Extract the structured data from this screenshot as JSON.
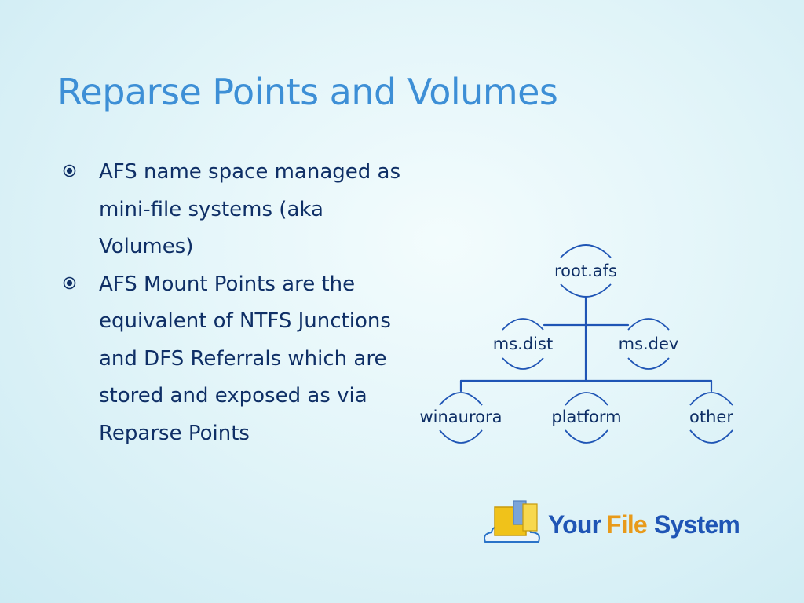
{
  "slide": {
    "title": "Reparse Points and Volumes",
    "bullets": [
      {
        "text": "AFS name space managed as mini-file systems (aka Volumes)"
      },
      {
        "text": "AFS Mount Points are the equivalent of NTFS Junctions and DFS Referrals which are stored and exposed as via Reparse Points"
      }
    ]
  },
  "tree": {
    "root": "root.afs",
    "level2": [
      "ms.dist",
      "ms.dev"
    ],
    "level3": [
      "winaurora",
      "platform",
      "other"
    ],
    "line_color": "#1f55b5"
  },
  "logo": {
    "word_your": "Your",
    "word_file": "File",
    "word_system": "System"
  },
  "colors": {
    "title": "#3d8fd6",
    "body_text": "#0f2f66",
    "node_text": "#0f2f66"
  }
}
